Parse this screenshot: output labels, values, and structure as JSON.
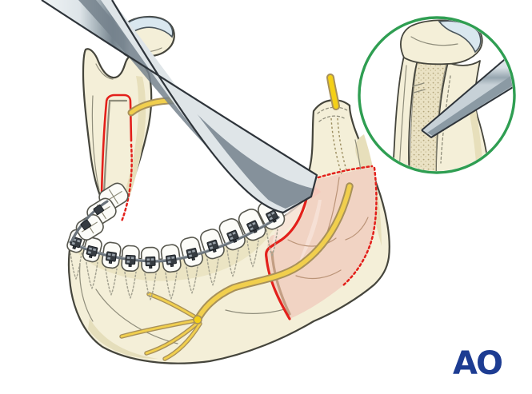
{
  "document": {
    "kind": "surgical illustration",
    "subject": "mandible-sagittal-split-osteotomy-with-osteotome",
    "background": "#ffffff"
  },
  "logo": {
    "text": "AO",
    "color": "#1d3c92"
  },
  "inset": {
    "shape": "circle",
    "border_color": "#2f9e52",
    "content": "close-up-of-ramus-split-with-osteotome-tip"
  },
  "elements": [
    {
      "name": "osteotome-blade",
      "desc": "flat instrument entering from upper left"
    },
    {
      "name": "condyle-head",
      "desc": "with articular cartilage cap"
    },
    {
      "name": "posterior-ramus",
      "desc": "far ramus with coronoid process"
    },
    {
      "name": "mandible-body",
      "desc": "near body with chin and angle"
    },
    {
      "name": "teeth-arch-with-braces",
      "desc": "brackets and archwire"
    },
    {
      "name": "inferior-alveolar-nerve",
      "desc": "yellow nerve with mental branches"
    },
    {
      "name": "osteotomy-cut-lines",
      "desc": "solid and dotted red lines"
    },
    {
      "name": "highlight-region",
      "desc": "pink shaded osteotomy area"
    }
  ],
  "palette": {
    "bg": "#ffffff",
    "bone": "#f4efd8",
    "boneShade": "#e7dfbb",
    "boneDeep": "#d9cfa4",
    "outline": "#45453c",
    "shadeLine": "#8f8d7b",
    "tooth": "#fcfcf8",
    "toothLine": "#57574e",
    "bracket": "#363c42",
    "bracketLight": "#9aa3ab",
    "wire": "#6a737b",
    "nerve": "#f1cf4d",
    "nerveEdge": "#a8915a",
    "nerveBright": "#f4d017",
    "red": "#e3201b",
    "pink": "#f1d3c3",
    "pinkLight": "#f8e4d9",
    "pinkLine": "#bb9478",
    "bladeLight": "#edf1f3",
    "bladeFace": "#dde4e8",
    "bladeDark": "#78868f",
    "bladeOutline": "#2e343a",
    "cap": "#d9e7ef",
    "capLine": "#4a555c",
    "green": "#2f9e52",
    "logo": "#1d3c92",
    "stipple": "#b3a67c",
    "stippleBg": "#eae2c4",
    "rootGray": "#a5a392",
    "dashOlive": "#9a8c5e"
  }
}
